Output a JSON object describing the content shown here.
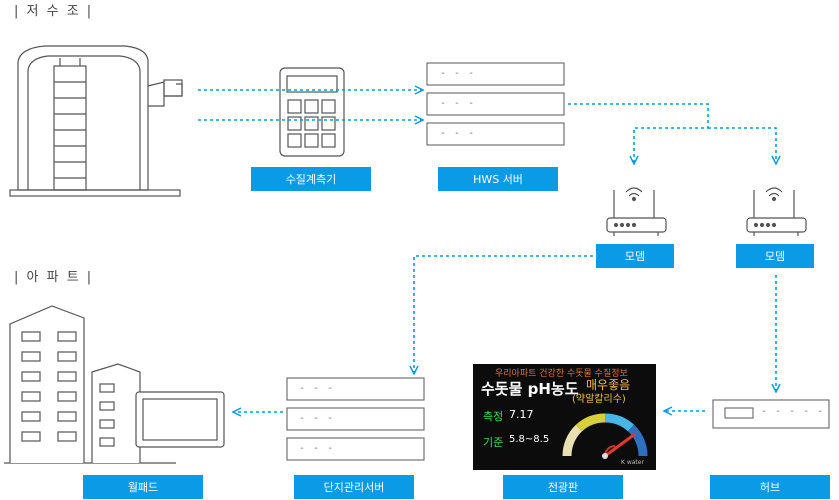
{
  "sections": {
    "reservoir": "| 저 수 조 |",
    "apartment": "| 아 파 트 |"
  },
  "labels": {
    "water_meter": "수질계측기",
    "hws_server": "HWS 서버",
    "modem_left": "모뎀",
    "modem_right": "모뎀",
    "wall_pad": "월패드",
    "complex_server": "단지관리서버",
    "display_board": "전광판",
    "hub": "허브"
  },
  "server_slots": "- - -",
  "hub_slots": "- - - - -",
  "display": {
    "header": "우리아파트 건강한 수돗물 수질정보",
    "title": "수돗물 pH농도",
    "status": "매우좋음",
    "status_sub": "(약알칼리수)",
    "measured_label": "측정",
    "measured_value": "7.17",
    "standard_label": "기준",
    "standard_value": "5.8~8.5",
    "brand": "K water"
  },
  "colors": {
    "accent": "#0a9ae6",
    "line": "#444444"
  }
}
